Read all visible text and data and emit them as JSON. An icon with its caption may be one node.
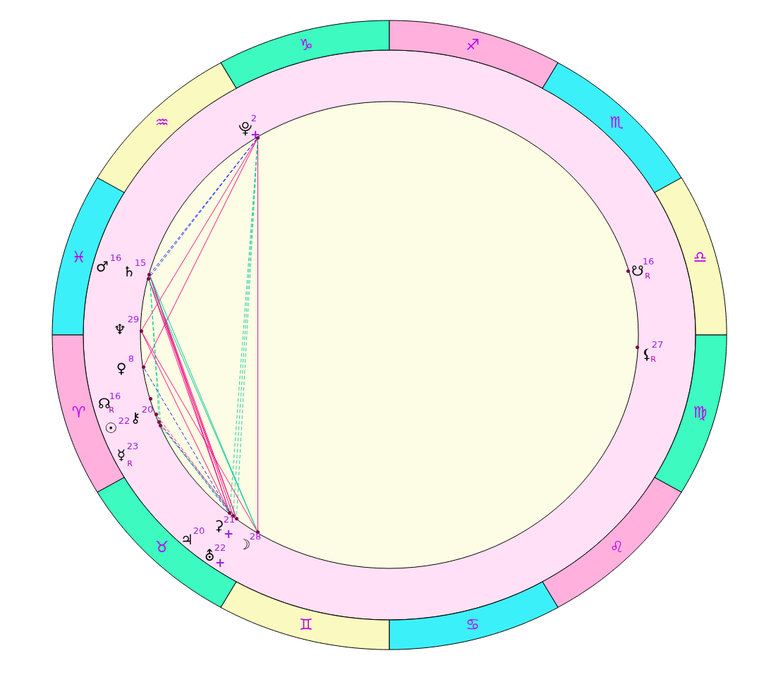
{
  "diagram": {
    "nodes": [
      {
        "text": [
          "♑"
        ]
      },
      {
        "text": [
          "♐"
        ]
      },
      {
        "text": [
          "♒"
        ]
      },
      {
        "text": [
          "♏"
        ]
      },
      {
        "text": [
          "♓"
        ]
      },
      {
        "text": [
          "♎"
        ]
      },
      {
        "text": [
          "♈"
        ]
      },
      {
        "text": [
          "♍"
        ]
      },
      {
        "text": [
          "♉"
        ]
      },
      {
        "text": [
          "♌"
        ]
      },
      {
        "text": [
          "♊"
        ]
      },
      {
        "text": [
          "♋"
        ]
      },
      {
        "text": [],
        "shape": "circle",
        "beside": [
          "⯓",
          "2",
          "+"
        ]
      },
      {
        "text": [],
        "shape": "circle",
        "beside": [
          "♂",
          "16"
        ]
      },
      {
        "text": [],
        "shape": "circle",
        "beside": [
          "♄",
          "15"
        ]
      },
      {
        "text": [],
        "shape": "circle",
        "beside": [
          "☋",
          "16",
          "R"
        ]
      },
      {
        "text": [],
        "shape": "circle",
        "beside": [
          "♆",
          "29"
        ]
      },
      {
        "text": [],
        "shape": "circle",
        "beside": [
          "⚸",
          "27",
          "R"
        ]
      },
      {
        "text": [],
        "shape": "circle",
        "beside": [
          "♀",
          "8"
        ]
      },
      {
        "text": [],
        "shape": "circle",
        "beside": [
          "☊",
          "16",
          "R"
        ]
      },
      {
        "text": [],
        "shape": "circle",
        "beside": [
          "⚷",
          "20"
        ]
      },
      {
        "text": [],
        "shape": "circle",
        "beside": [
          "☉",
          "22"
        ]
      },
      {
        "text": [],
        "shape": "circle",
        "beside": [
          "☿",
          "23",
          "R"
        ]
      },
      {
        "text": [],
        "shape": "circle",
        "beside": [
          "⚳",
          "21",
          "+"
        ]
      },
      {
        "text": [],
        "shape": "circle",
        "beside": [
          "♃",
          "20"
        ]
      },
      {
        "text": [],
        "shape": "circle",
        "beside": [
          "☽",
          "28"
        ]
      },
      {
        "text": [],
        "shape": "circle",
        "beside": [
          "⛢",
          "22",
          "+"
        ]
      }
    ],
    "edges": [
      {
        "from": 12,
        "to": 14,
        "arrow": "none",
        "style": "dashed",
        "color": "#0010f0"
      },
      {
        "from": 12,
        "to": 13,
        "arrow": "none",
        "style": "dashed",
        "color": "#0010f0"
      },
      {
        "from": 12,
        "to": 16,
        "arrow": "none"
      },
      {
        "from": 12,
        "to": 18,
        "arrow": "none"
      },
      {
        "from": 12,
        "to": 25,
        "arrow": "none"
      },
      {
        "from": 12,
        "to": 24,
        "arrow": "none",
        "style": "dashed",
        "color": "#10c8a0"
      },
      {
        "from": 12,
        "to": 23,
        "arrow": "none",
        "style": "dashed",
        "color": "#10c8a0"
      },
      {
        "from": 12,
        "to": 26,
        "arrow": "none",
        "style": "dashed",
        "color": "#10c8a0"
      },
      {
        "from": 14,
        "to": 24,
        "arrow": "none"
      },
      {
        "from": 14,
        "to": 23,
        "arrow": "none"
      },
      {
        "from": 14,
        "to": 26,
        "arrow": "none"
      },
      {
        "from": 13,
        "to": 24,
        "arrow": "none"
      },
      {
        "from": 13,
        "to": 26,
        "arrow": "none"
      },
      {
        "from": 14,
        "to": 25,
        "arrow": "none",
        "color": "#10c8a0"
      },
      {
        "from": 13,
        "to": 25,
        "arrow": "none",
        "color": "#10c8a0"
      },
      {
        "from": 14,
        "to": 21,
        "arrow": "none",
        "style": "dashed",
        "color": "#10c8a0"
      },
      {
        "from": 14,
        "to": 22,
        "arrow": "none",
        "style": "dashed",
        "color": "#10c8a0"
      },
      {
        "from": 16,
        "to": 24,
        "arrow": "none"
      },
      {
        "from": 16,
        "to": 25,
        "arrow": "none"
      },
      {
        "from": 18,
        "to": 24,
        "arrow": "none",
        "style": "dashed",
        "color": "#0010f0"
      },
      {
        "from": 21,
        "to": 24,
        "arrow": "none",
        "style": "dashed",
        "color": "#0010f0"
      },
      {
        "from": 21,
        "to": 26,
        "arrow": "none",
        "style": "dashed"
      },
      {
        "from": 22,
        "to": 26,
        "arrow": "none",
        "style": "dashed",
        "color": "#10c8a0"
      },
      {
        "from": 20,
        "to": 23,
        "arrow": "none",
        "style": "dashed"
      },
      {
        "from": 22,
        "to": 23,
        "arrow": "none",
        "style": "dashed",
        "color": "#10c8a0"
      }
    ]
  }
}
